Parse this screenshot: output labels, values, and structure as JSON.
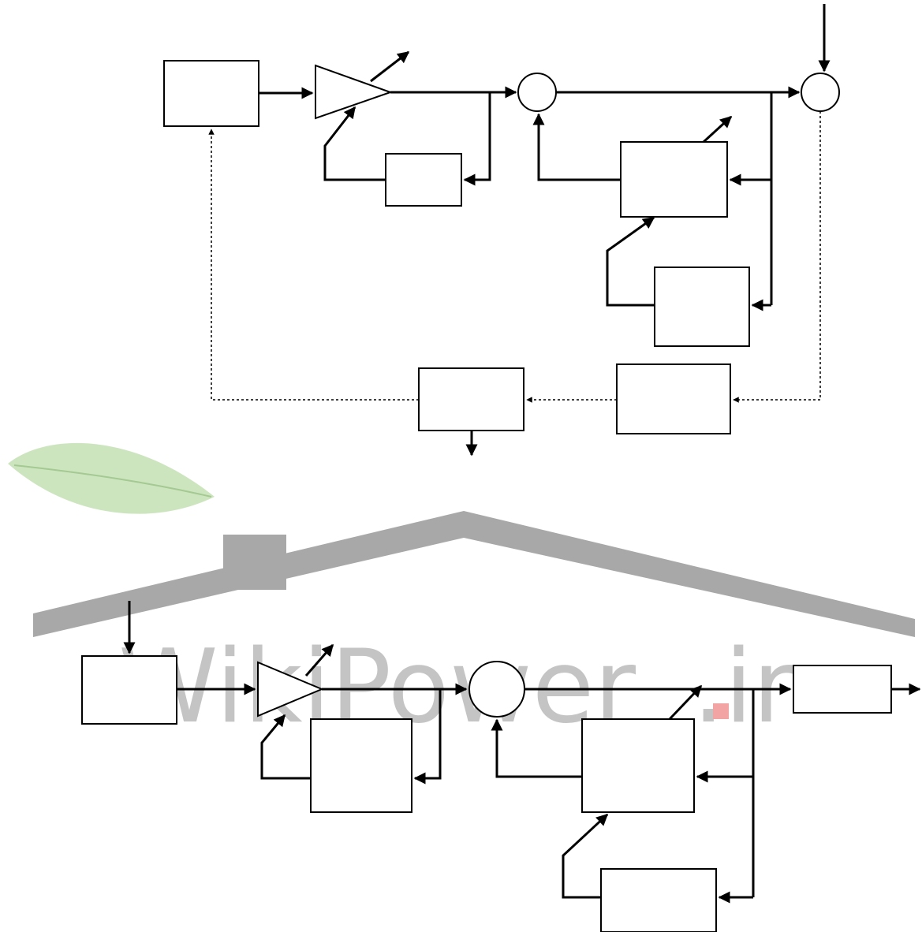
{
  "watermark": {
    "brand": "WikiPower",
    "tld": ".ir",
    "house_color": "#a8a8a8",
    "text_color": "#c4c4c4",
    "dot_color": "#f2a3a3",
    "leaf_color": "#bcdcaa"
  },
  "diagram": {
    "stroke_color": "#000000",
    "feedback_line_style": "dotted",
    "block_labels": []
  }
}
